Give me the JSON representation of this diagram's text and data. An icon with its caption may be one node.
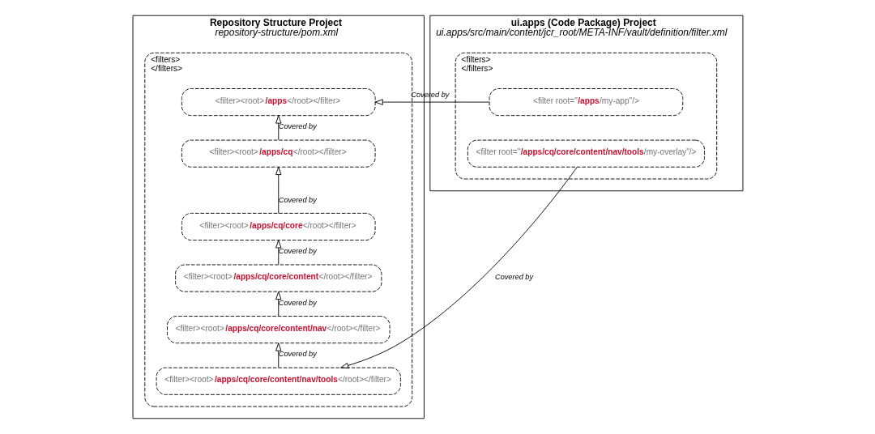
{
  "diagram": {
    "nodes": [
      {
        "text": [
          "Repository Structure Project",
          "repository-structure/pom.xml"
        ]
      },
      {
        "text": [
          "<filters>",
          "</filters>"
        ],
        "in": 0
      },
      {
        "text": [
          "<filter><root>**/apps**</root></filter>"
        ],
        "in": 1
      },
      {
        "text": [
          "<filter><root>**/apps/cq**</root></filter>"
        ],
        "in": 1
      },
      {
        "text": [
          "<filter><root>**/apps/cq/core**</root></filter>"
        ],
        "in": 1
      },
      {
        "text": [
          "<filter><root>**/apps/cq/core/content**</root></filter>"
        ],
        "in": 1
      },
      {
        "text": [
          "<filter><root>**/apps/cq/core/content/nav**</root></filter>"
        ],
        "in": 1
      },
      {
        "text": [
          "<filter><root>**/apps/cq/core/content/nav/tools**</root></filter>"
        ],
        "in": 1
      },
      {
        "text": [
          "ui.apps (Code Package) Project",
          "ui.apps/src/main/content/jcr_root/META-INF/vault/definition/filter.xml"
        ]
      },
      {
        "text": [
          "<filters>",
          "</filters>"
        ],
        "in": 8
      },
      {
        "text": [
          "<filter root=\"**/apps**/my-app\"/>"
        ],
        "in": 9
      },
      {
        "text": [
          "<filter root=\"**/apps/cq/core/content/nav/tools**/my-overlay\"/>"
        ],
        "in": 9
      }
    ],
    "edges": [
      {
        "from": 3,
        "to": 2,
        "arrow": "to",
        "label": "Covered by"
      },
      {
        "from": 4,
        "to": 3,
        "arrow": "to",
        "label": "Covered by"
      },
      {
        "from": 5,
        "to": 4,
        "arrow": "to",
        "label": "Covered by"
      },
      {
        "from": 6,
        "to": 5,
        "arrow": "to",
        "label": "Covered by"
      },
      {
        "from": 7,
        "to": 6,
        "arrow": "to",
        "label": "Covered by"
      },
      {
        "from": 10,
        "to": 2,
        "arrow": "to",
        "label": "Covered by"
      },
      {
        "from": 11,
        "to": 7,
        "arrow": "to",
        "label": "Covered by"
      }
    ]
  }
}
